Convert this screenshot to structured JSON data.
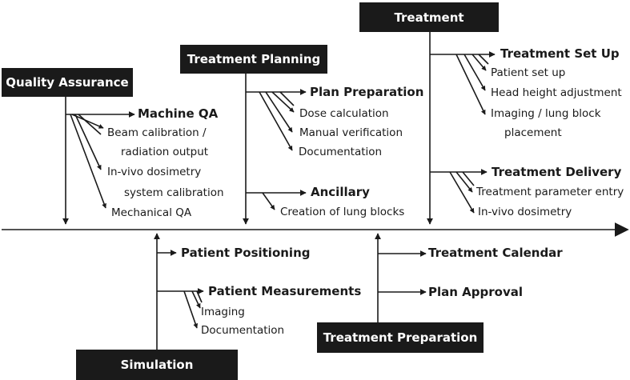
{
  "colors": {
    "line": "#1a1a1a",
    "box_fill": "#1a1a1a",
    "box_text": "#ffffff"
  },
  "categories": {
    "quality_assurance": {
      "title": "Quality Assurance",
      "machine_qa": {
        "label": "Machine QA",
        "items": [
          "Beam calibration /",
          "radiation output",
          "In-vivo dosimetry",
          "system calibration",
          "Mechanical QA"
        ]
      }
    },
    "treatment_planning": {
      "title": "Treatment Planning",
      "plan_preparation": {
        "label": "Plan Preparation",
        "items": [
          "Dose calculation",
          "Manual verification",
          "Documentation"
        ]
      },
      "ancillary": {
        "label": "Ancillary",
        "items": [
          "Creation of lung blocks"
        ]
      }
    },
    "treatment": {
      "title": "Treatment",
      "treatment_set_up": {
        "label": "Treatment Set Up",
        "items": [
          "Patient set up",
          "Head height adjustment",
          "Imaging / lung block",
          "placement"
        ]
      },
      "treatment_delivery": {
        "label": "Treatment Delivery",
        "items": [
          "Treatment parameter entry",
          "In-vivo dosimetry"
        ]
      }
    },
    "simulation": {
      "title": "Simulation",
      "patient_positioning": {
        "label": "Patient Positioning"
      },
      "patient_measurements": {
        "label": "Patient Measurements",
        "items": [
          "Imaging",
          "Documentation"
        ]
      }
    },
    "treatment_preparation": {
      "title": "Treatment Preparation",
      "treatment_calendar": {
        "label": "Treatment Calendar"
      },
      "plan_approval": {
        "label": "Plan Approval"
      }
    }
  }
}
